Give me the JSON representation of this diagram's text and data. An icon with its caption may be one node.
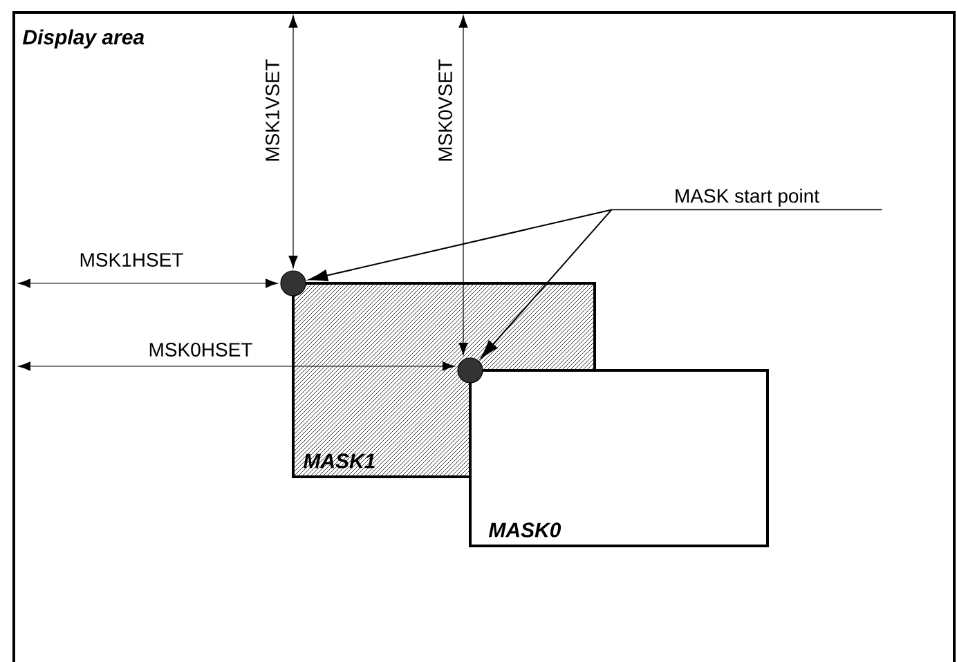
{
  "diagram": {
    "nodes": [
      {
        "text": [
          "Display area"
        ]
      },
      {
        "text": [
          "MASK1"
        ],
        "in": 0
      },
      {
        "text": [
          "MASK0"
        ],
        "in": 0
      },
      {
        "text": [],
        "shape": "circle",
        "in": 0
      },
      {
        "text": [],
        "shape": "circle",
        "in": 1
      },
      {
        "text": [
          "MASK start point"
        ],
        "in": 0
      }
    ],
    "edges": [
      {
        "from": 5,
        "to": 3,
        "arrow": "to"
      },
      {
        "from": 5,
        "to": 4,
        "arrow": "to"
      }
    ],
    "labels": [
      "MSK1VSET",
      "MSK0VSET",
      "MSK1HSET",
      "MSK0HSET"
    ]
  }
}
